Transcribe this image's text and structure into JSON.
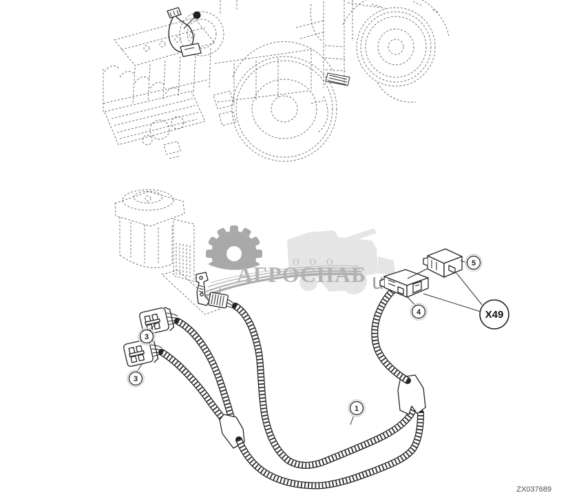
{
  "page": {
    "background": "#ffffff"
  },
  "watermark": {
    "prefix": "ООО",
    "name": "АГРОСНАБ",
    "suffix": "u",
    "gear_color": "#a9a9a9",
    "text_color": "#b3b3b3",
    "silhouette_color": "#e5e5e5"
  },
  "diagram": {
    "doc_number": "ZX037689",
    "connector_ref": "X49",
    "line_color": "#242424",
    "callouts": [
      {
        "label": "1",
        "target": "main-harness-loom"
      },
      {
        "label": "3",
        "target": "upper-left-connector-plate"
      },
      {
        "label": "3",
        "target": "lower-left-connector-plate"
      },
      {
        "label": "4",
        "target": "socket-connector"
      },
      {
        "label": "5",
        "target": "relay-connector"
      }
    ]
  }
}
